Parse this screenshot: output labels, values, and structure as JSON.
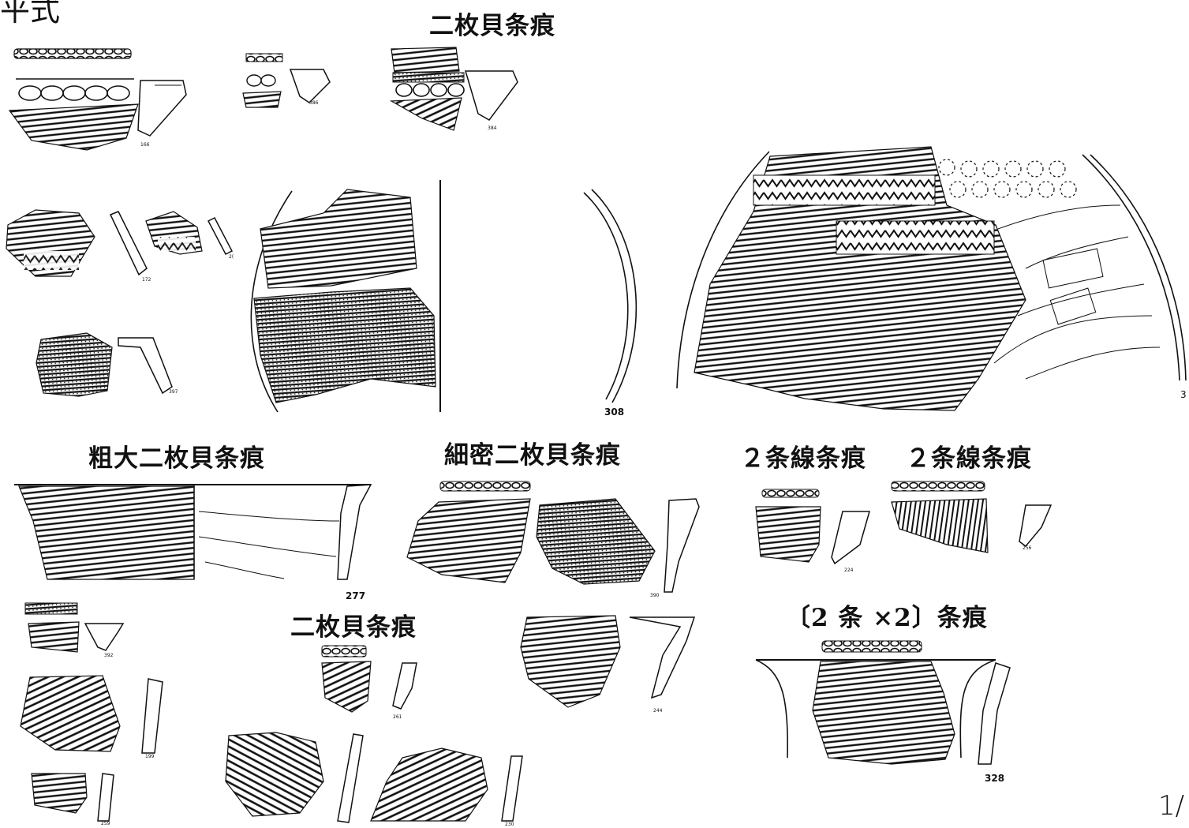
{
  "page_title": "平式",
  "page_number": "1/",
  "section_labels": {
    "top_header": "二枚貝条痕",
    "coarse": "粗大二枚貝条痕",
    "fine": "細密二枚貝条痕",
    "two_line_a": "２条線条痕",
    "two_line_b": "２条線条痕",
    "middle": "二枚貝条痕",
    "double": "〔2 条 ×2〕条痕"
  },
  "figure_numbers": {
    "n166": "166",
    "n386": "386",
    "n384": "384",
    "n172": "172",
    "n2x": "2(",
    "n397": "397",
    "n308": "308",
    "n3": "3",
    "n277": "277",
    "n390": "390",
    "n224": "224",
    "n256": "256",
    "n392": "392",
    "n261": "261",
    "n244": "244",
    "n199": "199",
    "n328": "328",
    "n259": "259",
    "n230": "230"
  }
}
